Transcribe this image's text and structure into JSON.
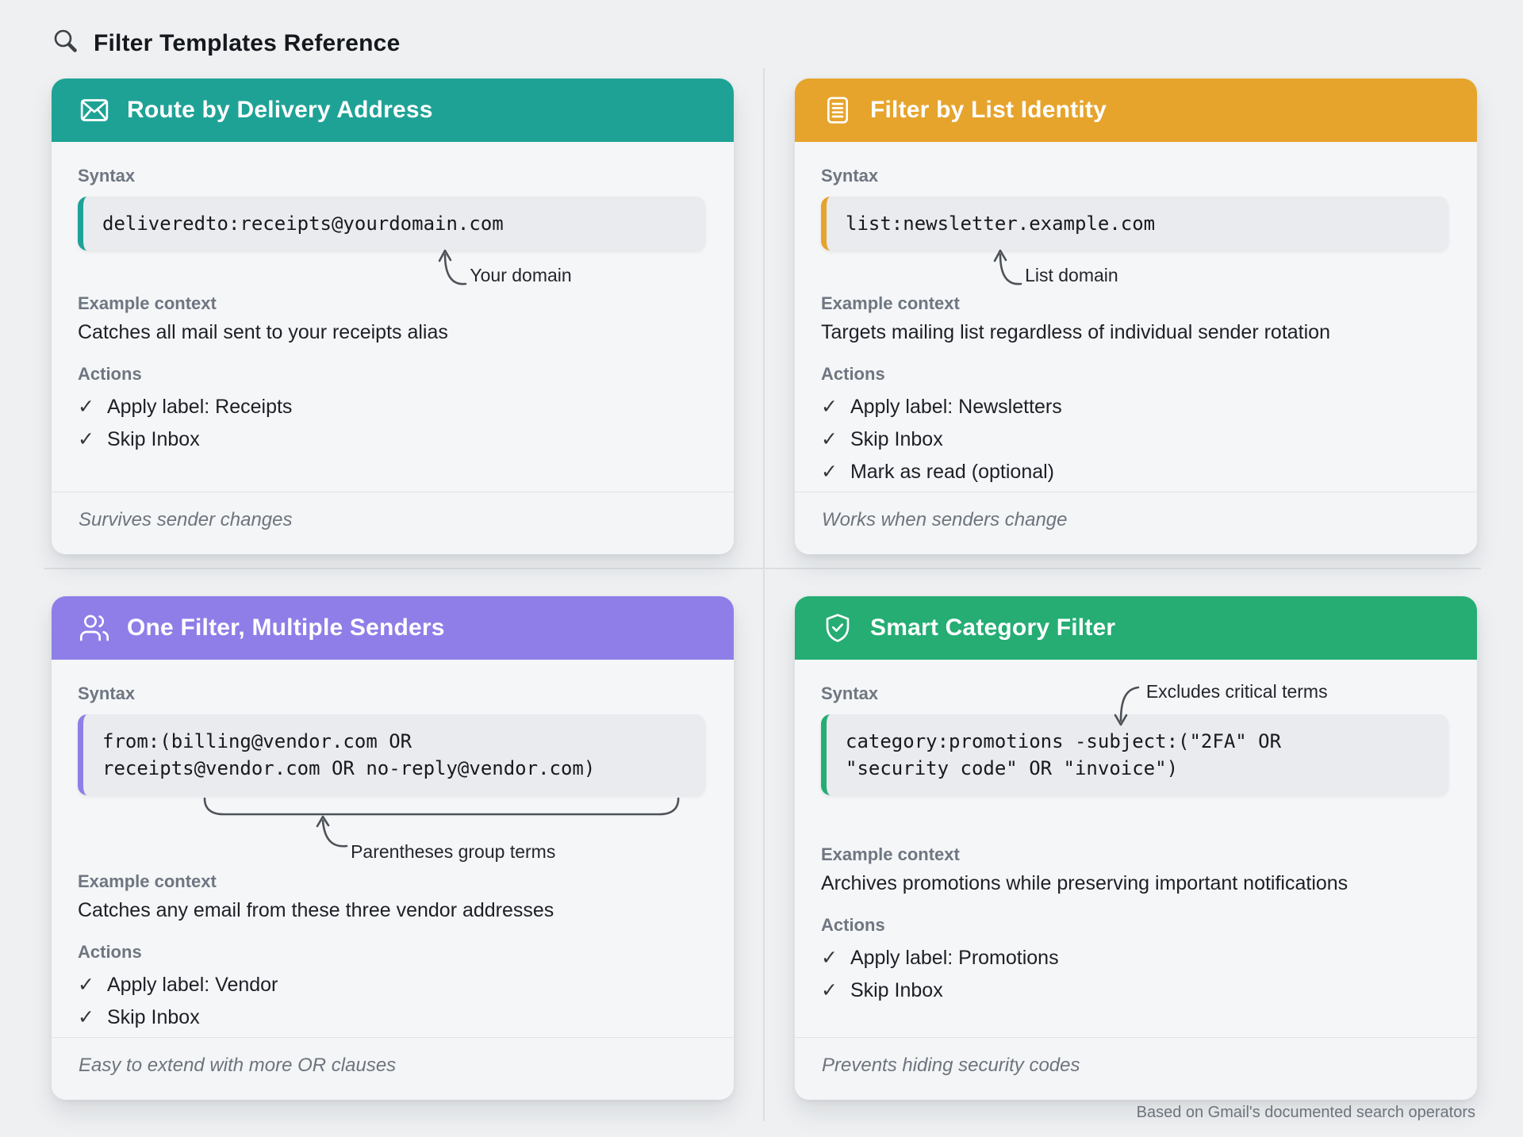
{
  "page": {
    "title": "Filter Templates Reference",
    "footnote": "Based on Gmail's documented search operators"
  },
  "labels": {
    "syntax": "Syntax",
    "example_context": "Example context",
    "actions": "Actions",
    "check": "✓"
  },
  "cards": [
    {
      "title": "Route by Delivery Address",
      "icon": "envelope-icon",
      "accent": "#1fa296",
      "code": "deliveredto:receipts@yourdomain.com",
      "annotation": "Your domain",
      "example": "Catches all mail sent to your receipts alias",
      "actions": [
        "Apply label: Receipts",
        "Skip Inbox"
      ],
      "footer": "Survives sender changes"
    },
    {
      "title": "Filter by List Identity",
      "icon": "list-icon",
      "accent": "#e6a42d",
      "code": "list:newsletter.example.com",
      "annotation": "List domain",
      "example": "Targets mailing list regardless of individual sender rotation",
      "actions": [
        "Apply label: Newsletters",
        "Skip Inbox",
        "Mark as read (optional)"
      ],
      "footer": "Works when senders change"
    },
    {
      "title": "One Filter, Multiple Senders",
      "icon": "users-icon",
      "accent": "#8f7ee8",
      "code": "from:(billing@vendor.com OR\nreceipts@vendor.com OR no-reply@vendor.com)",
      "annotation": "Parentheses group terms",
      "example": "Catches any email from these three vendor addresses",
      "actions": [
        "Apply label: Vendor",
        "Skip Inbox"
      ],
      "footer": "Easy to extend with more OR clauses"
    },
    {
      "title": "Smart Category Filter",
      "icon": "shield-check-icon",
      "accent": "#25ad74",
      "code": "category:promotions -subject:(\"2FA\" OR\n\"security code\" OR \"invoice\")",
      "annotation": "Excludes critical terms",
      "example": "Archives promotions while preserving important notifications",
      "actions": [
        "Apply label: Promotions",
        "Skip Inbox"
      ],
      "footer": "Prevents hiding security codes"
    }
  ]
}
